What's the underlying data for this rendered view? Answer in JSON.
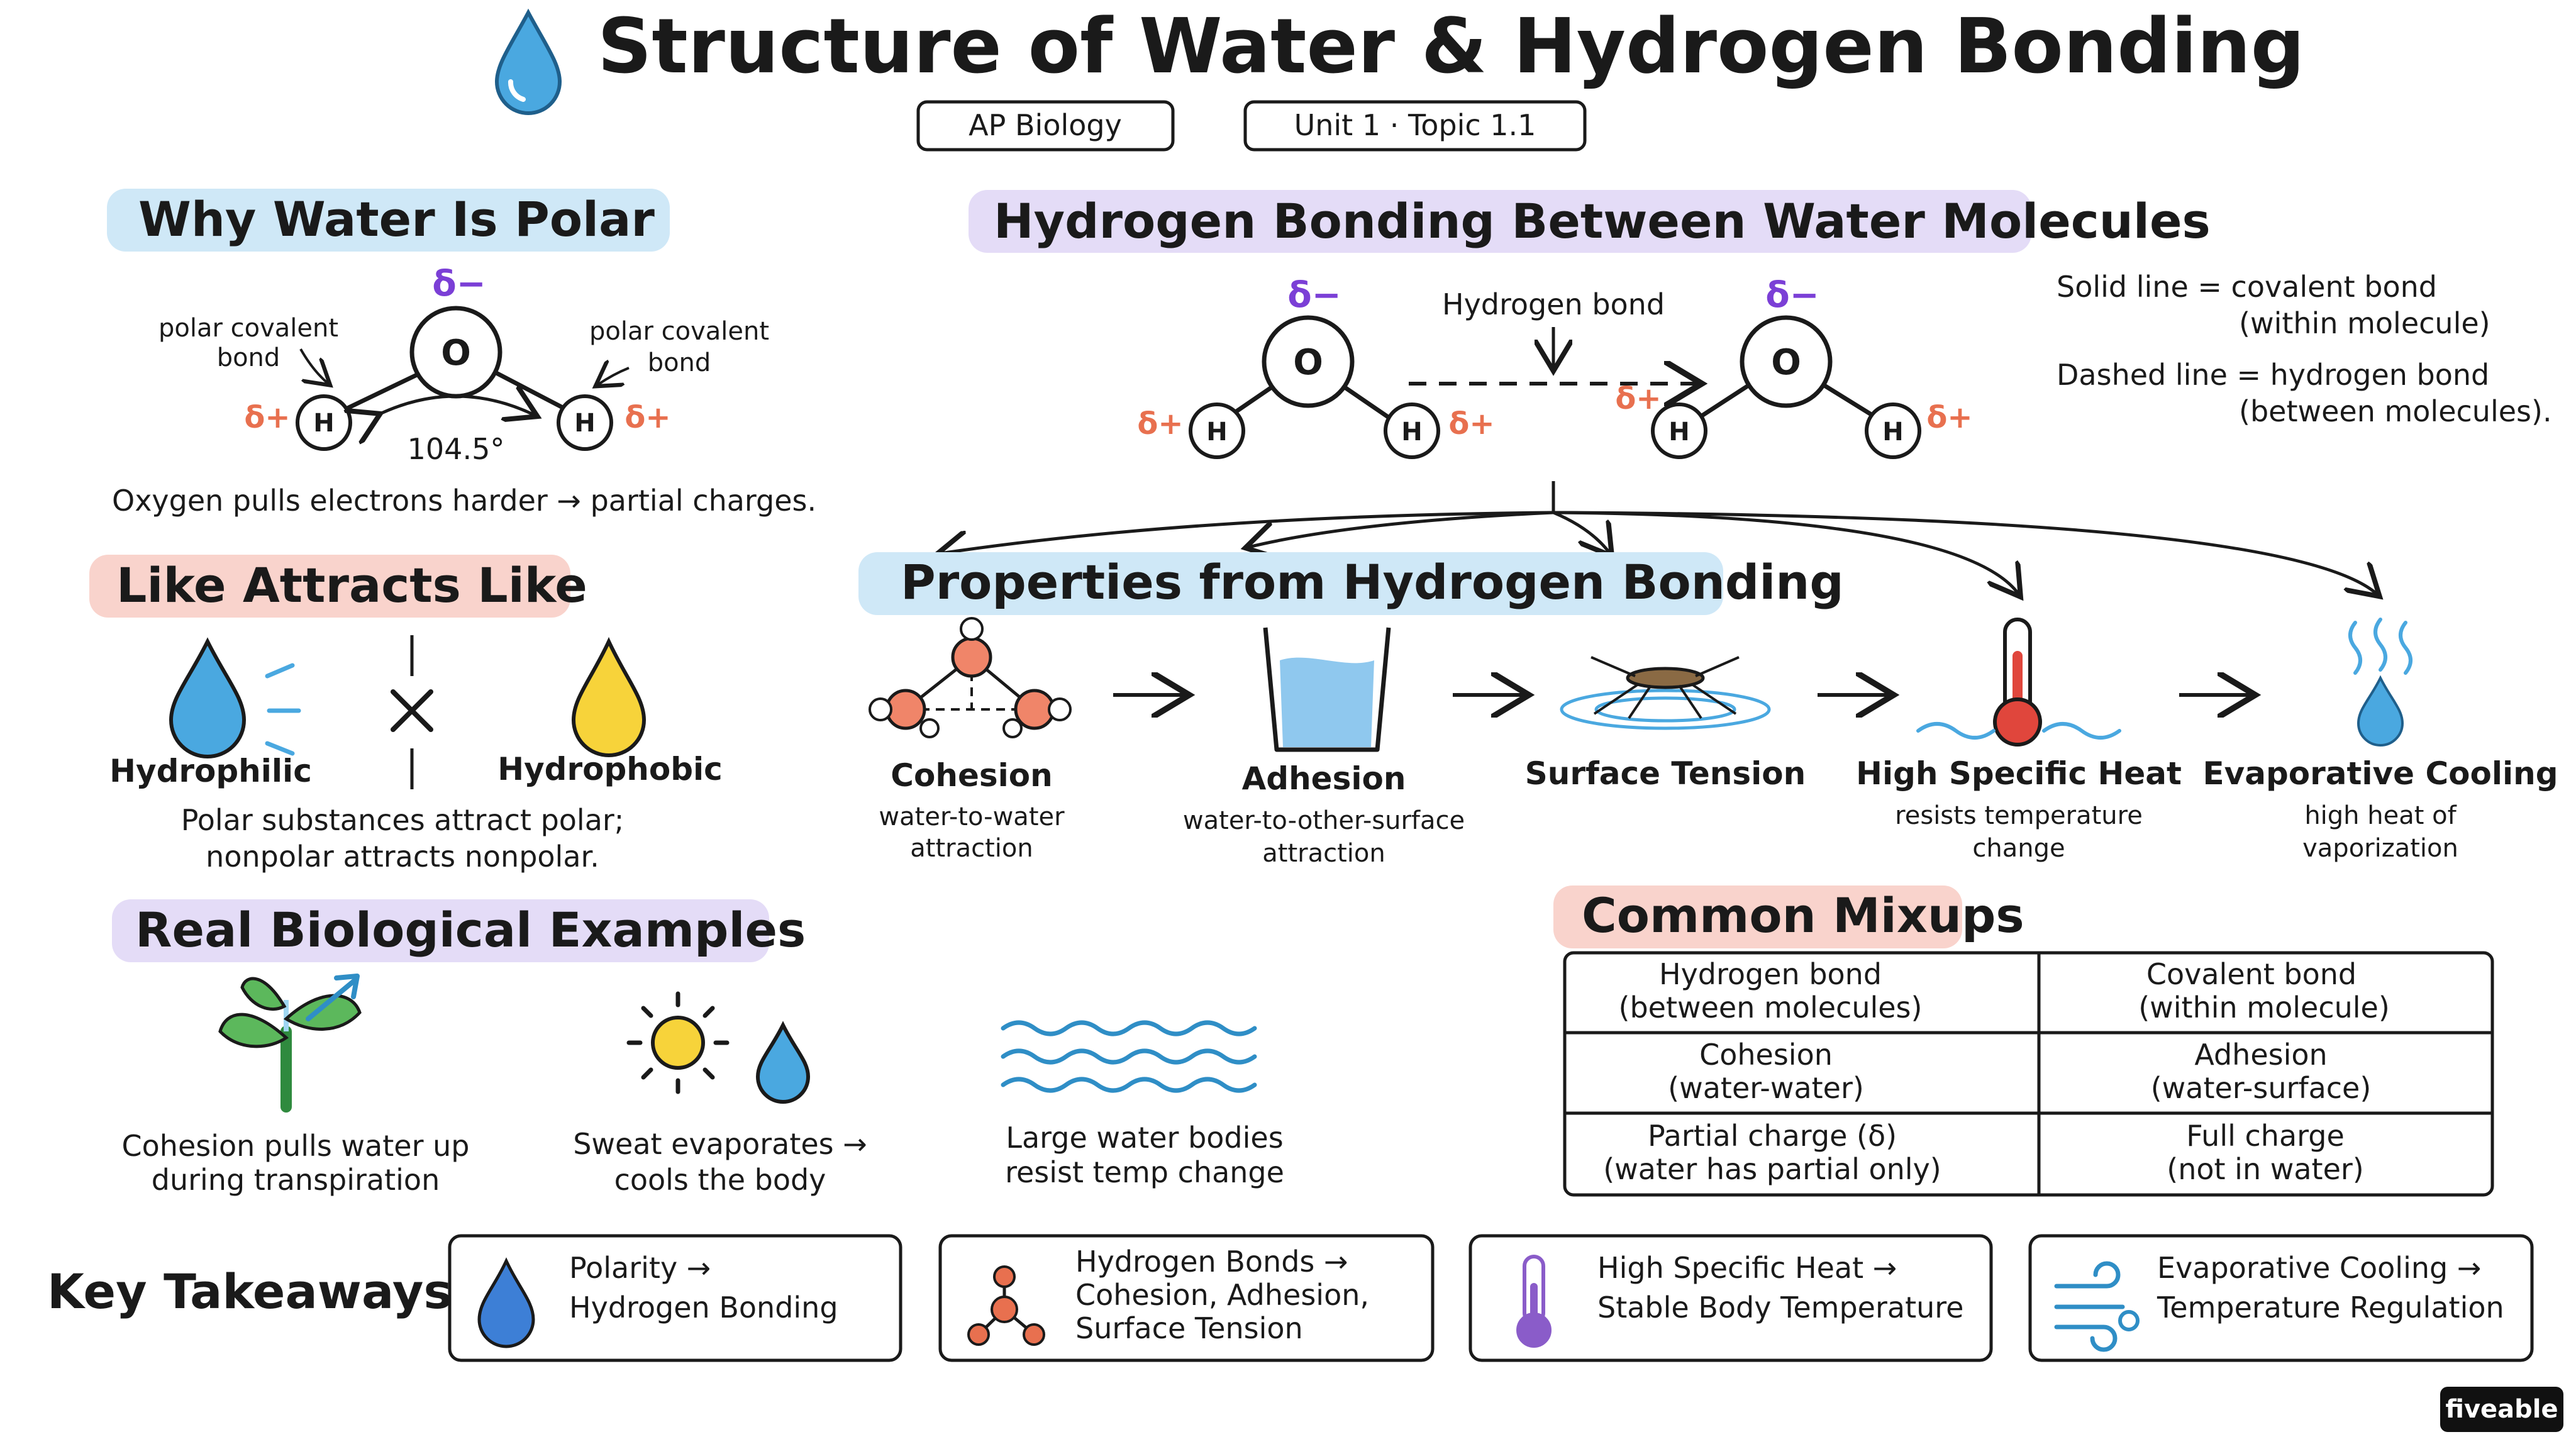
{
  "header": {
    "title": "Structure of Water & Hydrogen Bonding",
    "tag_course": "AP Biology",
    "tag_unit": "Unit 1 · Topic 1.1"
  },
  "polar": {
    "heading": "Why Water Is Polar",
    "delta_minus": "δ−",
    "delta_plus": "δ+",
    "oxygen": "O",
    "hydrogen": "H",
    "bond_label_left_1": "polar covalent",
    "bond_label_left_2": "bond",
    "bond_label_right_1": "polar covalent",
    "bond_label_right_2": "bond",
    "angle": "104.5°",
    "caption": "Oxygen pulls electrons harder → partial charges."
  },
  "hbond": {
    "heading": "Hydrogen Bonding Between Water Molecules",
    "hbond_label": "Hydrogen bond",
    "legend_solid_1": "Solid line = covalent bond",
    "legend_solid_2": "(within molecule)",
    "legend_dashed_1": "Dashed line = hydrogen bond",
    "legend_dashed_2": "(between molecules)."
  },
  "like": {
    "heading": "Like Attracts Like",
    "hydrophilic": "Hydrophilic",
    "hydrophobic": "Hydrophobic",
    "caption_1": "Polar substances attract polar;",
    "caption_2": "nonpolar attracts nonpolar."
  },
  "properties": {
    "heading": "Properties from Hydrogen Bonding",
    "items": [
      {
        "name": "Cohesion",
        "desc1": "water-to-water",
        "desc2": "attraction",
        "icon": "water-network-icon"
      },
      {
        "name": "Adhesion",
        "desc1": "water-to-other-surface",
        "desc2": "attraction",
        "icon": "beaker-icon"
      },
      {
        "name": "Surface Tension",
        "desc1": "",
        "desc2": "",
        "icon": "water-strider-icon"
      },
      {
        "name": "High Specific Heat",
        "desc1": "resists temperature",
        "desc2": "change",
        "icon": "thermometer-icon"
      },
      {
        "name": "Evaporative Cooling",
        "desc1": "high heat of",
        "desc2": "vaporization",
        "icon": "steam-drop-icon"
      }
    ]
  },
  "examples": {
    "heading": "Real Biological Examples",
    "items": [
      {
        "line1": "Cohesion pulls water up",
        "line2": "during transpiration",
        "icon": "plant-icon"
      },
      {
        "line1": "Sweat evaporates →",
        "line2": "cools the body",
        "icon": "sun-drop-icon"
      },
      {
        "line1": "Large water bodies",
        "line2": "resist temp change",
        "icon": "waves-icon"
      }
    ]
  },
  "mixups": {
    "heading": "Common Mixups",
    "rows": [
      {
        "left_1": "Hydrogen bond",
        "left_2": "(between molecules)",
        "right_1": "Covalent bond",
        "right_2": "(within molecule)"
      },
      {
        "left_1": "Cohesion",
        "left_2": "(water-water)",
        "right_1": "Adhesion",
        "right_2": "(water-surface)"
      },
      {
        "left_1": "Partial charge (δ)",
        "left_2": "(water has partial only)",
        "right_1": "Full charge",
        "right_2": "(not in water)"
      }
    ]
  },
  "takeaways": {
    "label": "Key Takeaways:",
    "cards": [
      {
        "line1": "Polarity →",
        "line2": "Hydrogen Bonding",
        "line3": "",
        "icon": "drop-icon"
      },
      {
        "line1": "Hydrogen Bonds →",
        "line2": "Cohesion, Adhesion,",
        "line3": "Surface Tension",
        "icon": "molecule-icon"
      },
      {
        "line1": "High Specific Heat →",
        "line2": "Stable Body Temperature",
        "line3": "",
        "icon": "thermometer-icon"
      },
      {
        "line1": "Evaporative Cooling →",
        "line2": "Temperature Regulation",
        "line3": "",
        "icon": "wind-icon"
      }
    ]
  },
  "brand": "fiveable",
  "colors": {
    "blue_highlight": "#cfe8f7",
    "purple_highlight": "#e4dcf7",
    "red_highlight": "#f9d3cc",
    "delta_minus": "#7b3fd6",
    "delta_plus": "#e8704f",
    "water_blue": "#4aa8e0",
    "hydrophobic_yellow": "#f7d33a"
  }
}
